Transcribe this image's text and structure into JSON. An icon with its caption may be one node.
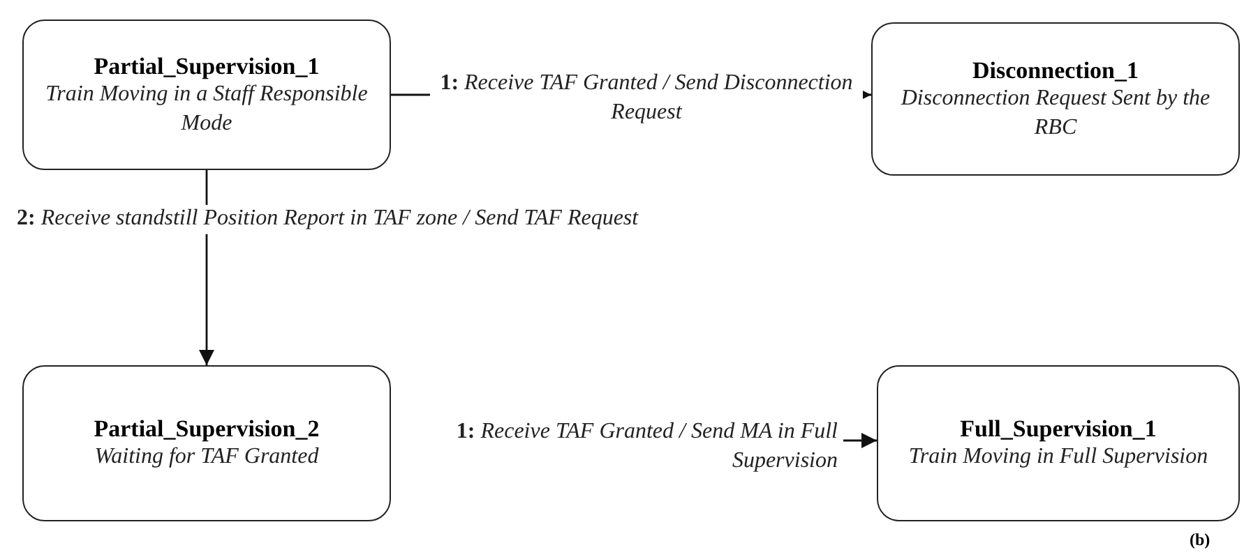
{
  "diagram": {
    "nodes": [
      {
        "text": [
          "Partial_Supervision_1",
          "Train Moving in a Staff Responsible Mode"
        ]
      },
      {
        "text": [
          "Disconnection_1",
          "Disconnection Request Sent by the RBC"
        ]
      },
      {
        "text": [
          "Partial_Supervision_2",
          "Waiting for TAF Granted"
        ]
      },
      {
        "text": [
          "Full_Supervision_1",
          "Train Moving in Full Supervision"
        ]
      }
    ],
    "edges": [
      {
        "from": 0,
        "to": 1,
        "arrow": "to",
        "label": "**1:** *Receive TAF Granted / Send Disconnection Request*"
      },
      {
        "from": 0,
        "to": 2,
        "arrow": "to",
        "label": "**2:** *Receive standstill Position Report in TAF zone / Send TAF Request*"
      },
      {
        "from": null,
        "to": 3,
        "arrow": "to",
        "label": "**1:** *Receive TAF Granted / Send MA in Full Supervision*"
      }
    ],
    "labels": [
      "(b)"
    ]
  }
}
